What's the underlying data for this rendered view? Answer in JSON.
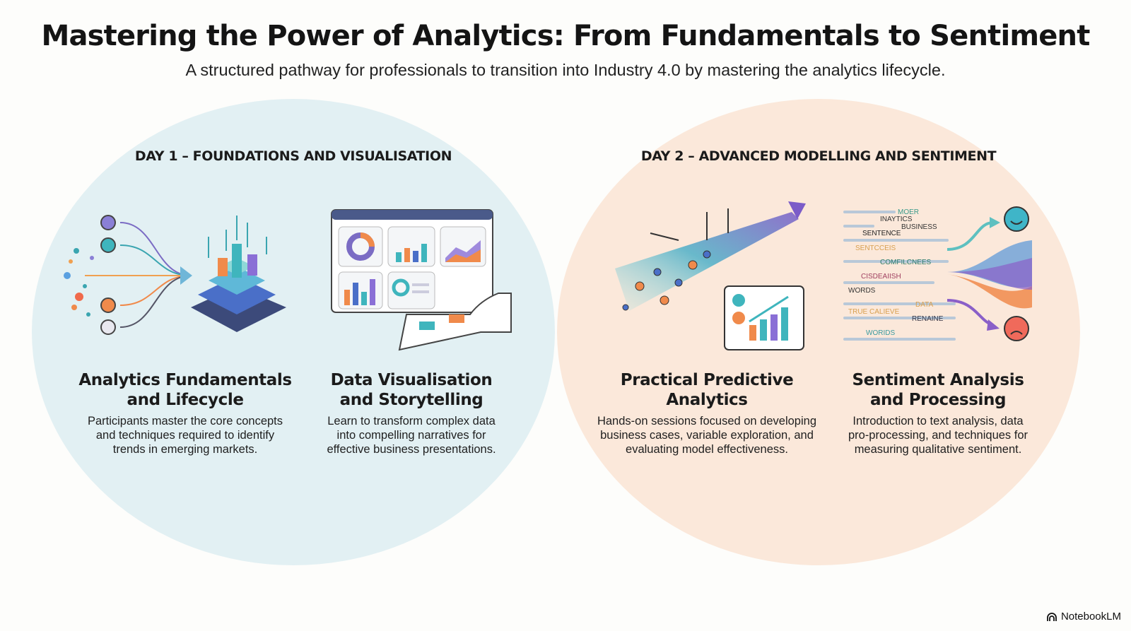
{
  "header": {
    "title": "Mastering the Power of Analytics: From Fundamentals to Sentiment",
    "subtitle": "A structured pathway for professionals to transition into Industry 4.0 by mastering the analytics lifecycle."
  },
  "days": [
    {
      "label": "DAY 1 – FOUNDATIONS AND VISUALISATION",
      "color": "#e2f0f3",
      "modules": [
        {
          "title_line1": "Analytics Fundamentals",
          "title_line2": "and Lifecycle",
          "desc_lines": [
            "Participants master the core concepts",
            "and techniques required to identify",
            "trends in emerging markets."
          ],
          "icon": "data-funnel-layers-icon"
        },
        {
          "title_line1": "Data Visualisation",
          "title_line2": "and Storytelling",
          "desc_lines": [
            "Learn to transform complex data",
            "into compelling narratives for",
            "effective business presentations."
          ],
          "icon": "dashboard-icon"
        }
      ]
    },
    {
      "label": "DAY 2 – ADVANCED MODELLING AND SENTIMENT",
      "color": "#fbe8da",
      "modules": [
        {
          "title_line1": "Practical Predictive",
          "title_line2": "Analytics",
          "desc_lines": [
            "Hands-on sessions focused on developing",
            "business cases, variable exploration, and",
            "evaluating model effectiveness."
          ],
          "icon": "prediction-arrow-icon"
        },
        {
          "title_line1": "Sentiment Analysis",
          "title_line2": "and Processing",
          "desc_lines": [
            "Introduction to text analysis, data",
            "pro-processing, and techniques for",
            "measuring qualitative sentiment."
          ],
          "icon": "sentiment-icon"
        }
      ]
    }
  ],
  "word_cloud": [
    "MOER",
    "INAYTICS",
    "BUSINESS",
    "SENTENCE",
    "SENTCCEIS",
    "COMFILCNEES",
    "CISDEAIISH",
    "WORDS",
    "DATA",
    "TRUE CALIEVE",
    "RENAINE",
    "WORIDS"
  ],
  "brand": "NotebookLM"
}
